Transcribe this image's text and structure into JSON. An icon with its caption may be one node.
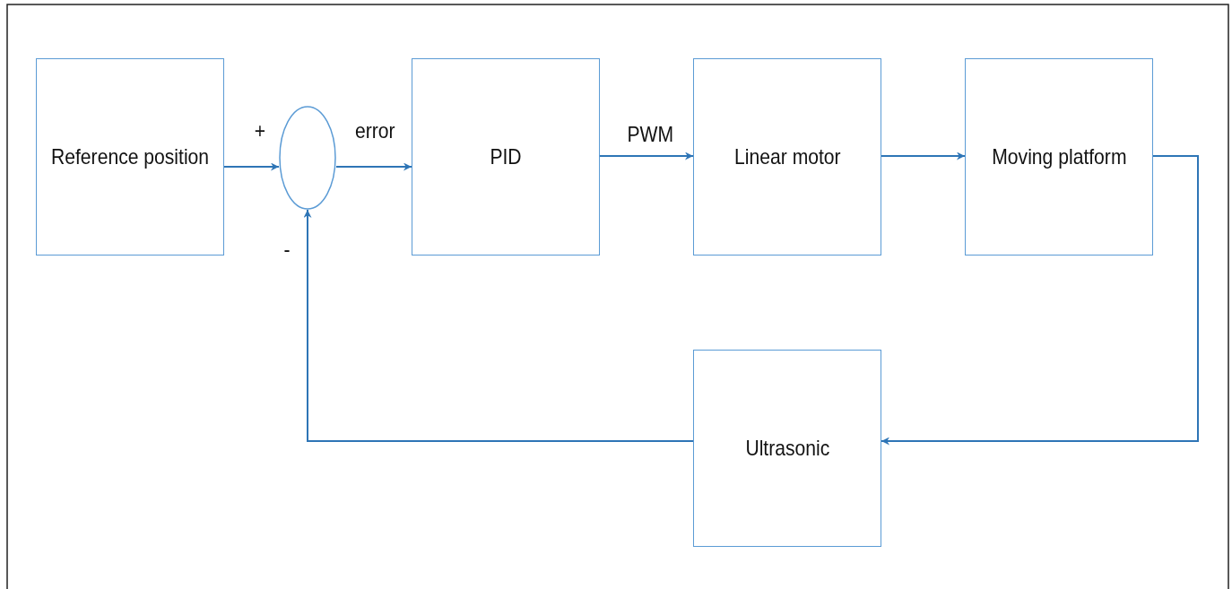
{
  "diagram": {
    "nodes": [
      {
        "text": [
          "Reference position"
        ]
      },
      {
        "text": [],
        "shape": "circle"
      },
      {
        "text": [
          "PID"
        ]
      },
      {
        "text": [
          "Linear motor"
        ]
      },
      {
        "text": [
          "Moving platform"
        ]
      },
      {
        "text": [
          "Ultrasonic"
        ]
      }
    ],
    "edges": [
      {
        "from": 0,
        "to": 1,
        "arrow": "to",
        "label": "+"
      },
      {
        "from": 1,
        "to": 2,
        "arrow": "to",
        "label": "error"
      },
      {
        "from": 2,
        "to": 3,
        "arrow": "to",
        "label": "PWM"
      },
      {
        "from": 3,
        "to": 4,
        "arrow": "to"
      },
      {
        "from": 4,
        "to": 5,
        "arrow": "to"
      },
      {
        "from": 5,
        "to": 1,
        "arrow": "to",
        "label": "-"
      }
    ]
  }
}
